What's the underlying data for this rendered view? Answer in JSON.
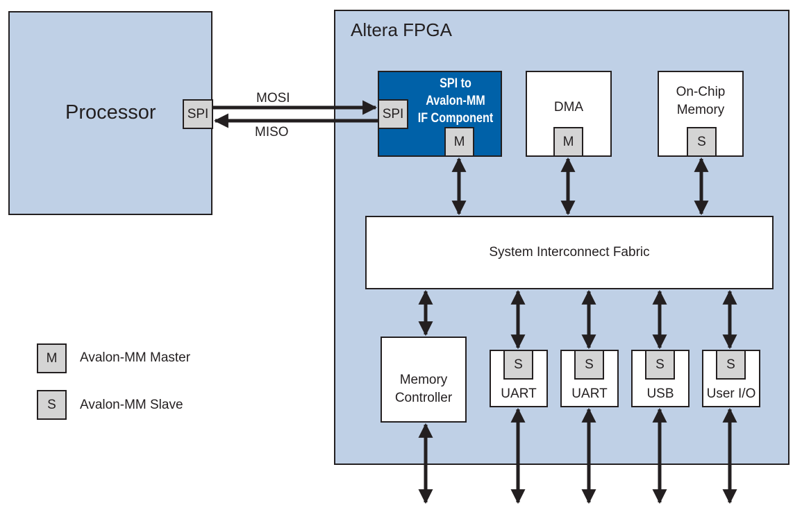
{
  "processor": {
    "label": "Processor",
    "port": "SPI"
  },
  "fpga": {
    "title": "Altera FPGA",
    "spi_component": {
      "line1": "SPI to",
      "line2": "Avalon-MM",
      "line3": "IF Component",
      "spi_port": "SPI",
      "master_port": "M",
      "color": "#0061a8"
    },
    "dma": {
      "label": "DMA",
      "master_port": "M"
    },
    "onchip_memory": {
      "line1": "On-Chip",
      "line2": "Memory",
      "slave_port": "S"
    },
    "fabric": {
      "label": "System Interconnect Fabric"
    },
    "memory_controller": {
      "line1": "Memory",
      "line2": "Controller"
    },
    "peripherals": [
      {
        "label": "UART",
        "slave_port": "S"
      },
      {
        "label": "UART",
        "slave_port": "S"
      },
      {
        "label": "USB",
        "slave_port": "S"
      },
      {
        "label": "User I/O",
        "slave_port": "S"
      }
    ]
  },
  "signals": {
    "mosi": "MOSI",
    "miso": "MISO"
  },
  "legend": [
    {
      "symbol": "M",
      "label": "Avalon-MM Master"
    },
    {
      "symbol": "S",
      "label": "Avalon-MM Slave"
    }
  ],
  "colors": {
    "panel_blue": "#bfd0e6",
    "component_blue": "#0061a8",
    "port_gray": "#d4d4d4",
    "line": "#231f20"
  }
}
